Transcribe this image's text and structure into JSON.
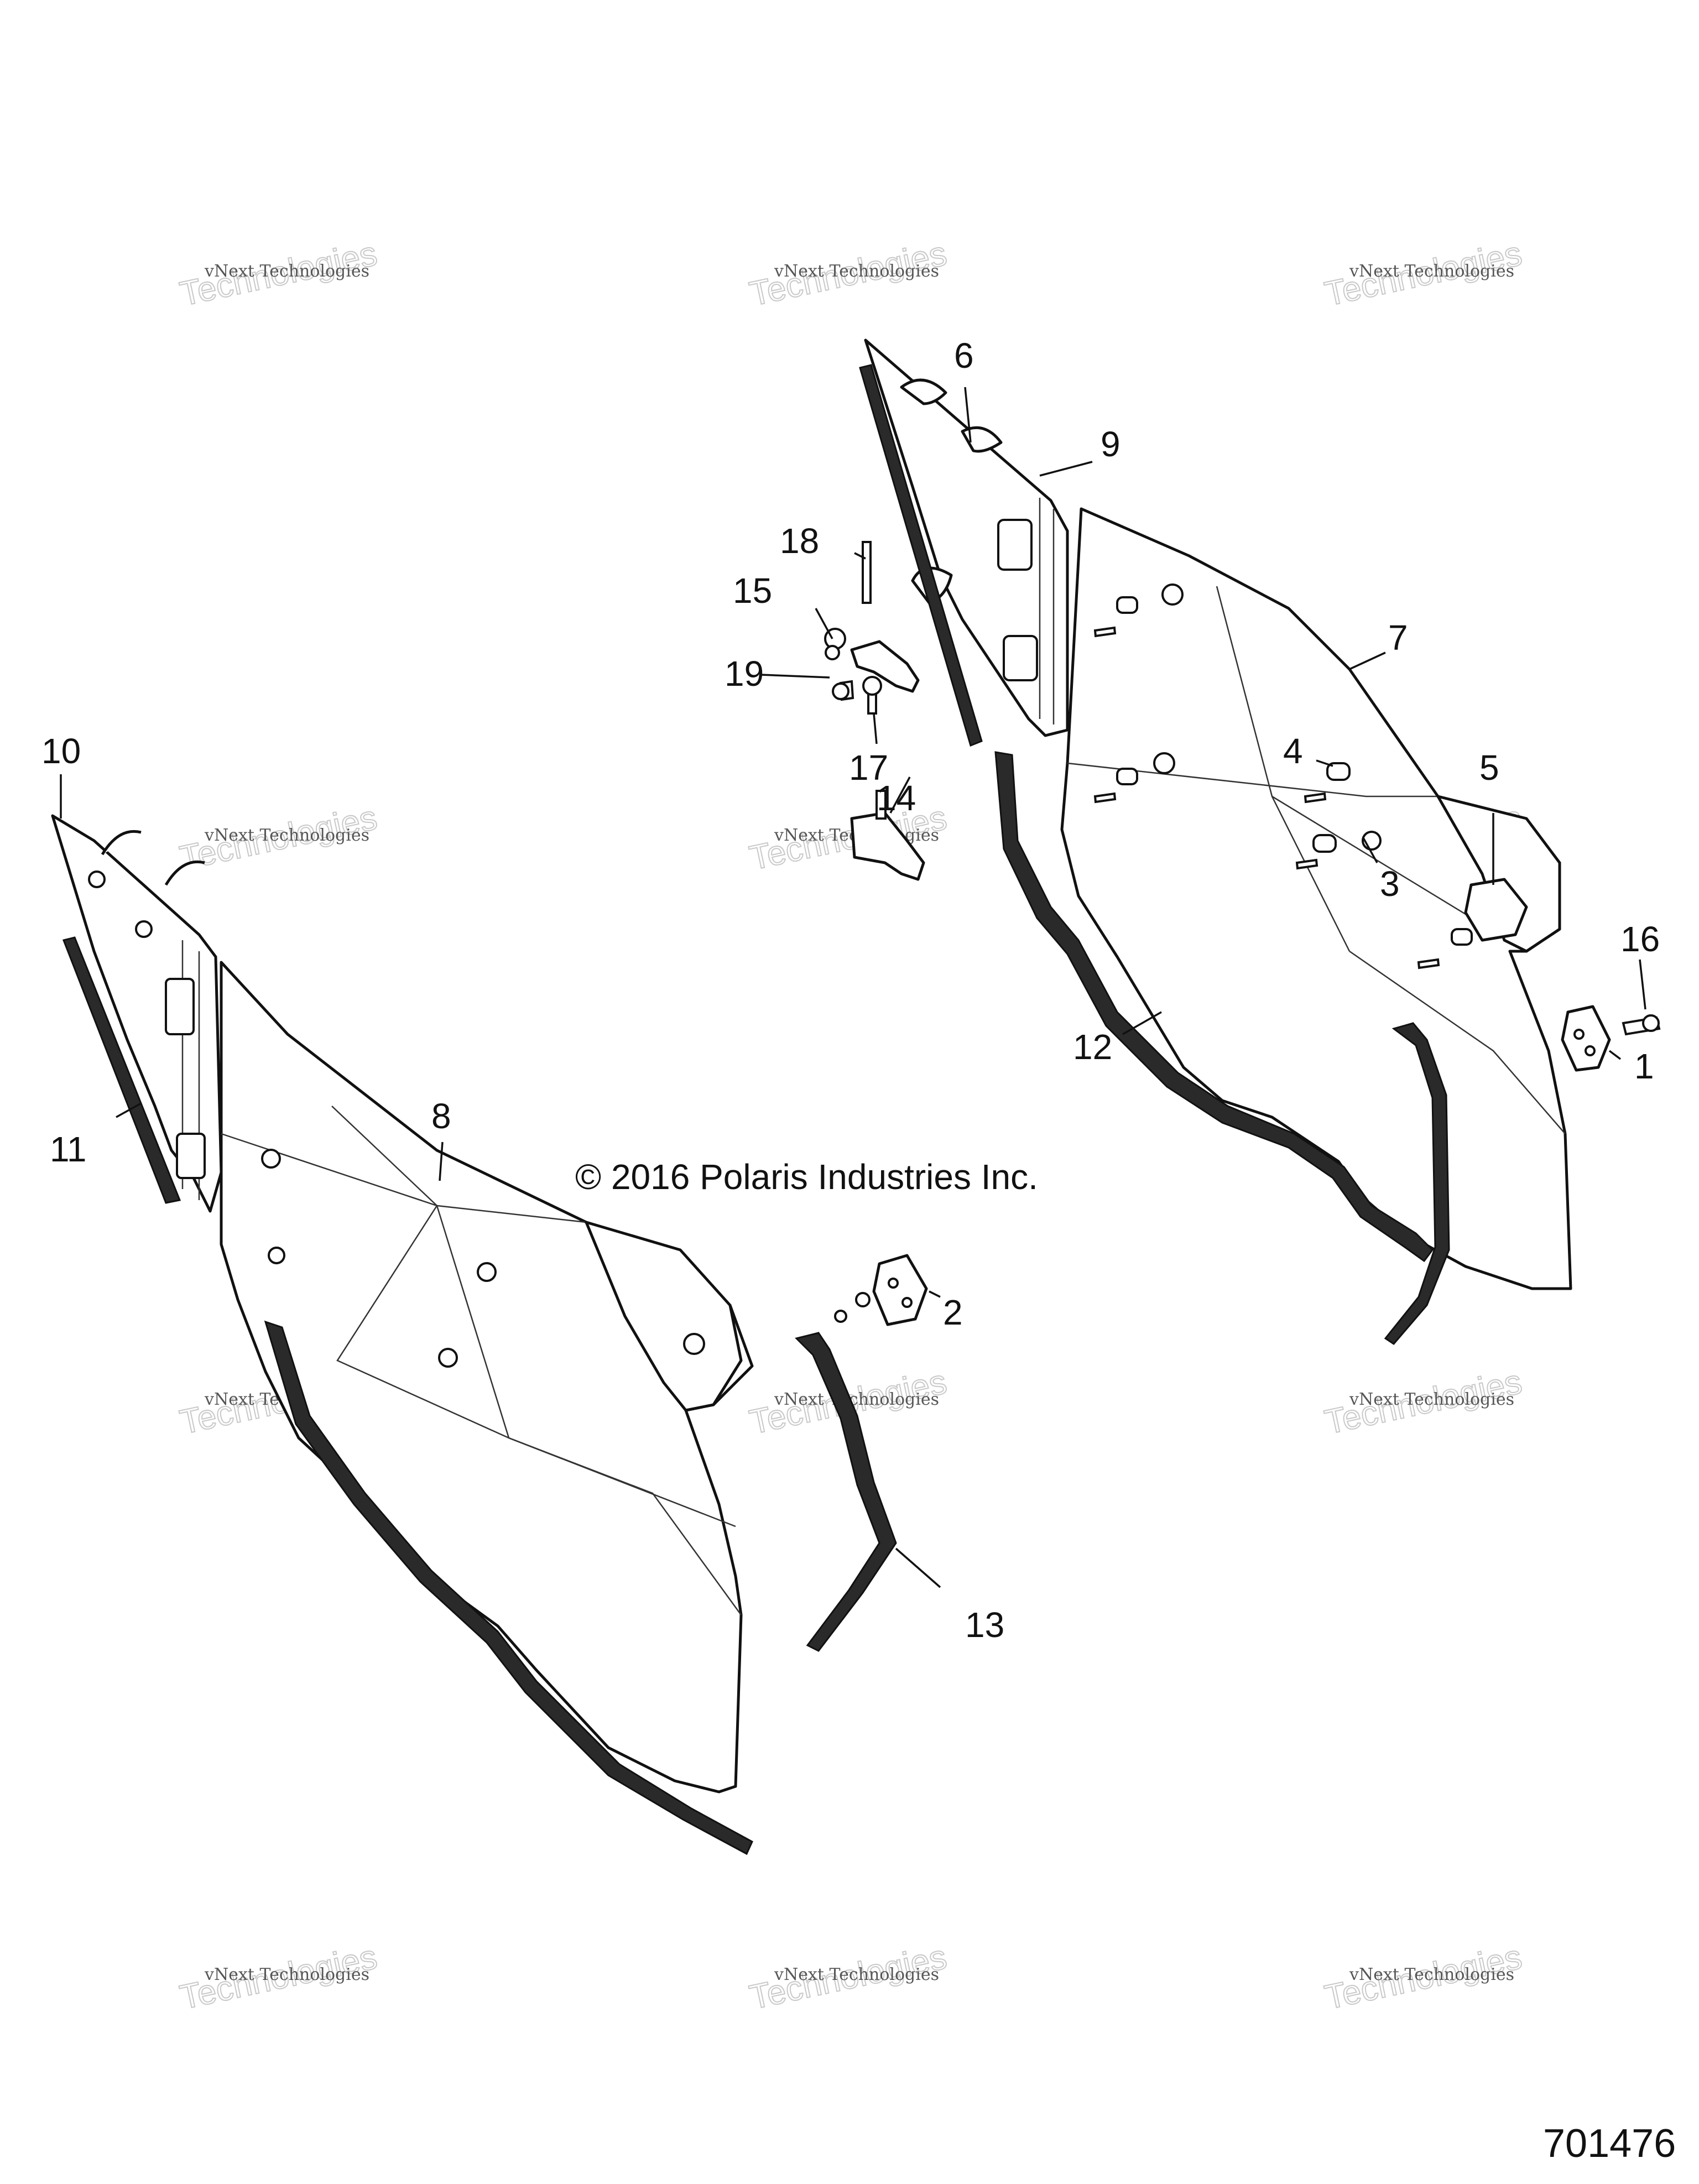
{
  "copyright": "© 2016 Polaris Industries Inc.",
  "diagram_id": "701476",
  "watermark": {
    "line1": "vNext Technologies",
    "line2": "Technologies"
  },
  "callouts": [
    "1",
    "2",
    "3",
    "4",
    "5",
    "6",
    "7",
    "8",
    "9",
    "10",
    "11",
    "12",
    "13",
    "14",
    "15",
    "16",
    "17",
    "18",
    "19"
  ]
}
